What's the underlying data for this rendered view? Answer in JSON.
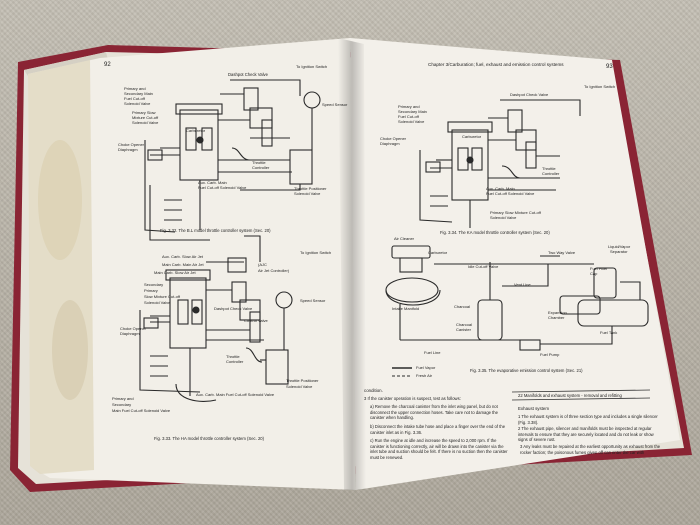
{
  "left_page": {
    "page_number": "92",
    "top_diagram": {
      "labels": {
        "to_ignition_switch": "To Ignition Switch",
        "dashpot_check_valve": "Dashpot Check Valve",
        "primary_and": "Primary and",
        "secondary_main": "Secondary Main",
        "fuel_cutoff": "Fuel Cut-off",
        "solenoid_valve": "Solenoid Valve",
        "primary_slow": "Primary Slow",
        "mixture_cutoff": "Mixture Cut-off",
        "solenoid_valve_2": "Solenoid Valve",
        "choke_opener": "Choke Opener",
        "diaphragm": "Diaphragm",
        "carburetor": "Carburetor",
        "speed_sensor": "Speed Sensor",
        "throttle": "Throttle",
        "controller": "Controller",
        "aux_carb_main": "Aux. Carb. Main",
        "fuel_cutoff_solenoid": "Fuel Cut-off Solenoid Valve",
        "throttle_positioner": "Throttle Positioner",
        "solenoid_valve_3": "Solenoid Valve"
      },
      "caption": "Fig. 3.32. The B.L model throttle controller system (Sec. 20)"
    },
    "bottom_diagram": {
      "labels": {
        "aux_carb_slow_air_jet": "Aux. Carb. Slow Air Jet",
        "main_carb_main_air_jet": "Main Carb. Main Air Jet",
        "main_carb_slow_air_jet": "Main Carb. Slow Air Jet",
        "secondary": "Secondary",
        "primary": "Primary",
        "slow_mixture_cutoff": "Slow Mixture Cut-off",
        "solenoid_valve": "Solenoid Valve",
        "ajc": "(AJC",
        "air_jet_controller": "Air Jet Controller)",
        "to_ignition_switch": "To Ignition Switch",
        "speed_sensor": "Speed Sensor",
        "dashpot_check_valve": "Dashpot Check Valve",
        "control_valve": "Control Valve",
        "choke_opener": "Choke Opener",
        "diaphragm": "Diaphragm",
        "throttle": "Throttle",
        "controller": "Controller",
        "primary_and": "Primary and",
        "main_fuel_cutoff_solenoid": "Main Fuel Cut-off Solenoid Valve",
        "aux_carb_main": "Aux. Carb. Main Fuel Cut-off Solenoid Valve",
        "throttle_positioner": "Throttle Positioner",
        "solenoid_valve_2": "Solenoid Valve"
      },
      "caption": "Fig. 3.33. The HA model throttle controller system (Sec. 20)"
    }
  },
  "right_page": {
    "header": "Chapter 3/Carburation; fuel, exhaust and emission control systems",
    "page_number": "93",
    "top_diagram": {
      "labels": {
        "to_ignition_switch": "To Ignition Switch",
        "dashpot_check_valve": "Dashpot Check Valve",
        "primary_and": "Primary and",
        "secondary_main": "Secondary Main",
        "fuel_cutoff": "Fuel Cut-off",
        "solenoid_valve": "Solenoid Valve",
        "choke_opener": "Choke Opener",
        "diaphragm": "Diaphragm",
        "carburetor": "Carburetor",
        "throttle": "Throttle",
        "controller": "Controller",
        "aux_carb_main": "Aux. Carb. Main",
        "fuel_cutoff_solenoid": "Fuel Cut-off Solenoid Valve",
        "primary_slow": "Primary Slow Mixture Cut-off",
        "solenoid_valve_2": "Solenoid Valve"
      },
      "caption": "Fig. 3.34. The KA model throttle controller system (Sec. 20)"
    },
    "bottom_diagram": {
      "labels": {
        "air_cleaner": "Air Cleaner",
        "carburetor": "Carburetor",
        "two_way_valve": "Two Way Valve",
        "liquid_vapor_separator": "Liquid/Vapor",
        "separator": "Separator",
        "idle_cutoff_valve": "Idle Cut-off Valve",
        "fuel_filler_cap": "Fuel Filler",
        "cap": "Cap",
        "vent_line": "Vent Line",
        "intake_manifold": "Intake Manifold",
        "charcoal": "Charcoal",
        "charcoal_canister": "Charcoal",
        "canister": "Canister",
        "expansion_chamber": "Expansion",
        "chamber": "Chamber",
        "fuel_tank": "Fuel Tank",
        "fuel_line": "Fuel Line",
        "fuel_pump": "Fuel Pump",
        "legend_fuel_vapor": "Fuel Vapor",
        "legend_fresh_air": "Fresh Air"
      },
      "caption": "Fig. 3.35. The evaporative emission control system (Sec. 21)"
    },
    "text_left": {
      "title": "condition.",
      "step3": "3  If the canister operation is suspect, test as follows:",
      "a": "a)  Remove the charcoal canister from the inlet wing panel, but do not disconnect the upper connection hoses. Take care not to damage the canister when handling.",
      "b": "b)  Disconnect the intake tube hose and place a finger over the end of the canister inlet as in Fig. 3.36.",
      "c": "c)  Run the engine at idle and increase the speed to 2,000 rpm. If the canister is functioning correctly, air will be drawn into the canister via the inlet tube and suction should be felt. If there is no suction then the canister must be renewed."
    },
    "text_right": {
      "section_header": "22  Manifolds and exhaust system - removal and refitting",
      "sub_header": "Exhaust system",
      "p1": "1  The exhaust system is of three section type and includes a single silencer (Fig. 3.38).",
      "p2": "2  The exhaust pipe, silencer and manifolds must be inspected at regular intervals to ensure that they are securely located and do not leak or show signs of severe rust.",
      "p3": "3  Any leaks must be repaired at the earliest opportunity as exhaust from the rocker faction; the poisonous fumes given off can enter the car with"
    }
  },
  "colors": {
    "table": "#b9b3a8",
    "cover": "#8a2434",
    "paper": "#f2efe8",
    "page_edge": "#e6e2d8",
    "ink": "#222222"
  }
}
